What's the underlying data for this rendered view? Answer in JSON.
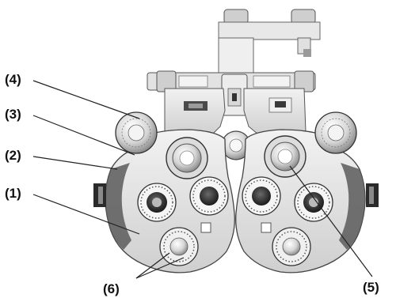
{
  "callouts": [
    {
      "id": "c1",
      "label": "(1)"
    },
    {
      "id": "c2",
      "label": "(2)"
    },
    {
      "id": "c3",
      "label": "(3)"
    },
    {
      "id": "c4",
      "label": "(4)"
    },
    {
      "id": "c5",
      "label": "(5)"
    },
    {
      "id": "c6",
      "label": "(6)"
    }
  ],
  "colors": {
    "body": "#e6e6e6",
    "body_shadow": "#b8b8b8",
    "dark": "#2b2b2b",
    "line": "#222222"
  }
}
